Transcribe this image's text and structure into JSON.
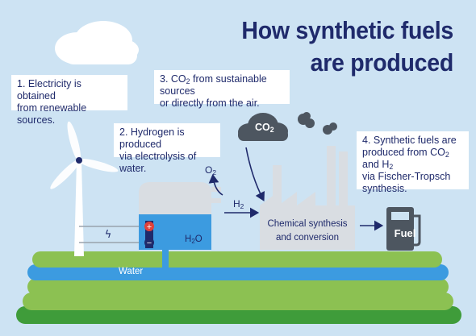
{
  "title": {
    "line1": "How synthetic fuels",
    "line2": "are produced"
  },
  "steps": {
    "step1": {
      "line1": "1. Electricity is obtained",
      "line2": "from renewable sources."
    },
    "step2": {
      "line1": "2. Hydrogen is produced",
      "line2": "via electrolysis of water."
    },
    "step3": {
      "line1a": "3. CO",
      "sub1": "2",
      "line1b": " from sustainable sources",
      "line2": "or directly from the air."
    },
    "step4": {
      "line1": "4. Synthetic fuels are",
      "line2a": "produced from CO",
      "sub1": "2",
      "line2b": " and H",
      "sub2": "2",
      "line3": "via Fischer-Tropsch",
      "line4": "synthesis."
    }
  },
  "labels": {
    "co2_cloud": {
      "text": "CO",
      "sub": "2"
    },
    "o2": {
      "text": "O",
      "sub": "2"
    },
    "h2": {
      "text": "H",
      "sub": "2"
    },
    "h2o": {
      "text": "H",
      "sub": "2",
      "tail": "O"
    },
    "plus": "+",
    "minus": "−",
    "lightning": "ϟ",
    "chemical": {
      "line1": "Chemical synthesis",
      "line2": "and conversion"
    },
    "fuel": "Fuel",
    "water": "Water"
  },
  "colors": {
    "background": "#cde3f3",
    "navy": "#1f2a6b",
    "green_light": "#8cc152",
    "green_dark": "#3f9c3a",
    "water_blue": "#3c9be0",
    "factory_gray": "#d9dde2",
    "cloud_dark": "#4d5660",
    "terminal_red": "#e0413a"
  }
}
